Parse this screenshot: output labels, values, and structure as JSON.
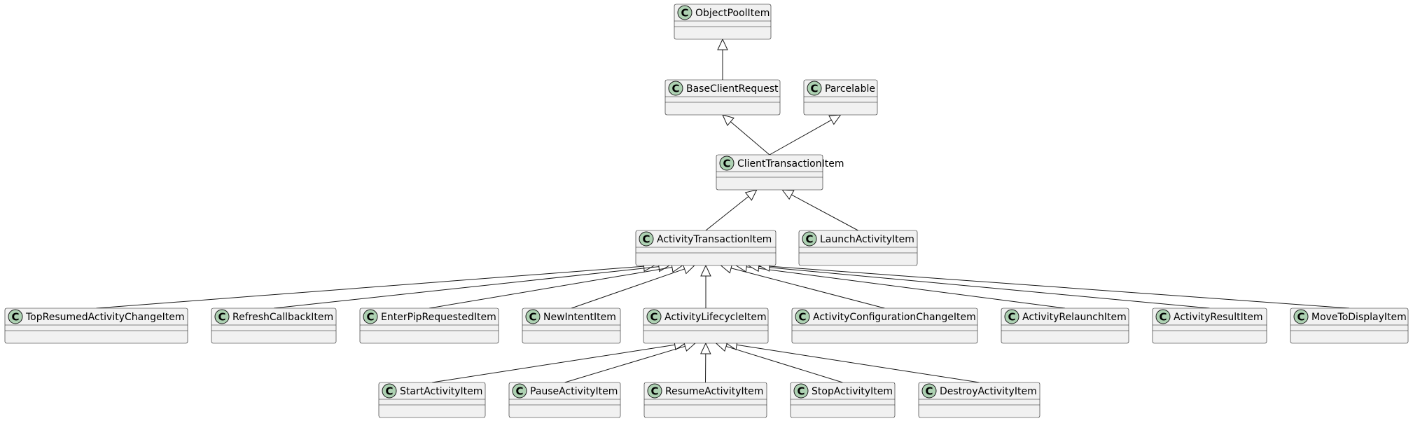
{
  "colors": {
    "class_fill": "#F1F1F1",
    "class_border": "#181818",
    "badge_fill": "#ADD1B2",
    "edge": "#181818",
    "arrow_fill": "#FFFFFF"
  },
  "icons": {
    "class_badge": "class-badge-icon",
    "inheritance_arrow": "hollow-triangle-arrow-icon"
  },
  "class_badge_letter": "C",
  "classes": [
    {
      "id": "objectpoolitem",
      "name": "ObjectPoolItem"
    },
    {
      "id": "baseclientrequest",
      "name": "BaseClientRequest"
    },
    {
      "id": "parcelable",
      "name": "Parcelable"
    },
    {
      "id": "clienttransactionitem",
      "name": "ClientTransactionItem"
    },
    {
      "id": "activitytransactionitem",
      "name": "ActivityTransactionItem"
    },
    {
      "id": "launchactivityitem",
      "name": "LaunchActivityItem"
    },
    {
      "id": "topresumedactivitychangeitem",
      "name": "TopResumedActivityChangeItem"
    },
    {
      "id": "refreshcallbackitem",
      "name": "RefreshCallbackItem"
    },
    {
      "id": "enterpiprequesteditem",
      "name": "EnterPipRequestedItem"
    },
    {
      "id": "newintentitem",
      "name": "NewIntentItem"
    },
    {
      "id": "activitylifecycleitem",
      "name": "ActivityLifecycleItem"
    },
    {
      "id": "activityconfigurationchangeitem",
      "name": "ActivityConfigurationChangeItem"
    },
    {
      "id": "activityrelaunchitem",
      "name": "ActivityRelaunchItem"
    },
    {
      "id": "activityresultitem",
      "name": "ActivityResultItem"
    },
    {
      "id": "movetodisplayitem",
      "name": "MoveToDisplayItem"
    },
    {
      "id": "startactivityitem",
      "name": "StartActivityItem"
    },
    {
      "id": "pauseactivityitem",
      "name": "PauseActivityItem"
    },
    {
      "id": "resumeactivityitem",
      "name": "ResumeActivityItem"
    },
    {
      "id": "stopactivityitem",
      "name": "StopActivityItem"
    },
    {
      "id": "destroyactivityitem",
      "name": "DestroyActivityItem"
    }
  ],
  "inheritance": [
    {
      "child": "baseclientrequest",
      "parent": "objectpoolitem"
    },
    {
      "child": "clienttransactionitem",
      "parent": "baseclientrequest"
    },
    {
      "child": "clienttransactionitem",
      "parent": "parcelable"
    },
    {
      "child": "activitytransactionitem",
      "parent": "clienttransactionitem"
    },
    {
      "child": "launchactivityitem",
      "parent": "clienttransactionitem"
    },
    {
      "child": "topresumedactivitychangeitem",
      "parent": "activitytransactionitem"
    },
    {
      "child": "refreshcallbackitem",
      "parent": "activitytransactionitem"
    },
    {
      "child": "enterpiprequesteditem",
      "parent": "activitytransactionitem"
    },
    {
      "child": "newintentitem",
      "parent": "activitytransactionitem"
    },
    {
      "child": "activitylifecycleitem",
      "parent": "activitytransactionitem"
    },
    {
      "child": "activityconfigurationchangeitem",
      "parent": "activitytransactionitem"
    },
    {
      "child": "activityrelaunchitem",
      "parent": "activitytransactionitem"
    },
    {
      "child": "activityresultitem",
      "parent": "activitytransactionitem"
    },
    {
      "child": "movetodisplayitem",
      "parent": "activitytransactionitem"
    },
    {
      "child": "startactivityitem",
      "parent": "activitylifecycleitem"
    },
    {
      "child": "pauseactivityitem",
      "parent": "activitylifecycleitem"
    },
    {
      "child": "resumeactivityitem",
      "parent": "activitylifecycleitem"
    },
    {
      "child": "stopactivityitem",
      "parent": "activitylifecycleitem"
    },
    {
      "child": "destroyactivityitem",
      "parent": "activitylifecycleitem"
    }
  ]
}
